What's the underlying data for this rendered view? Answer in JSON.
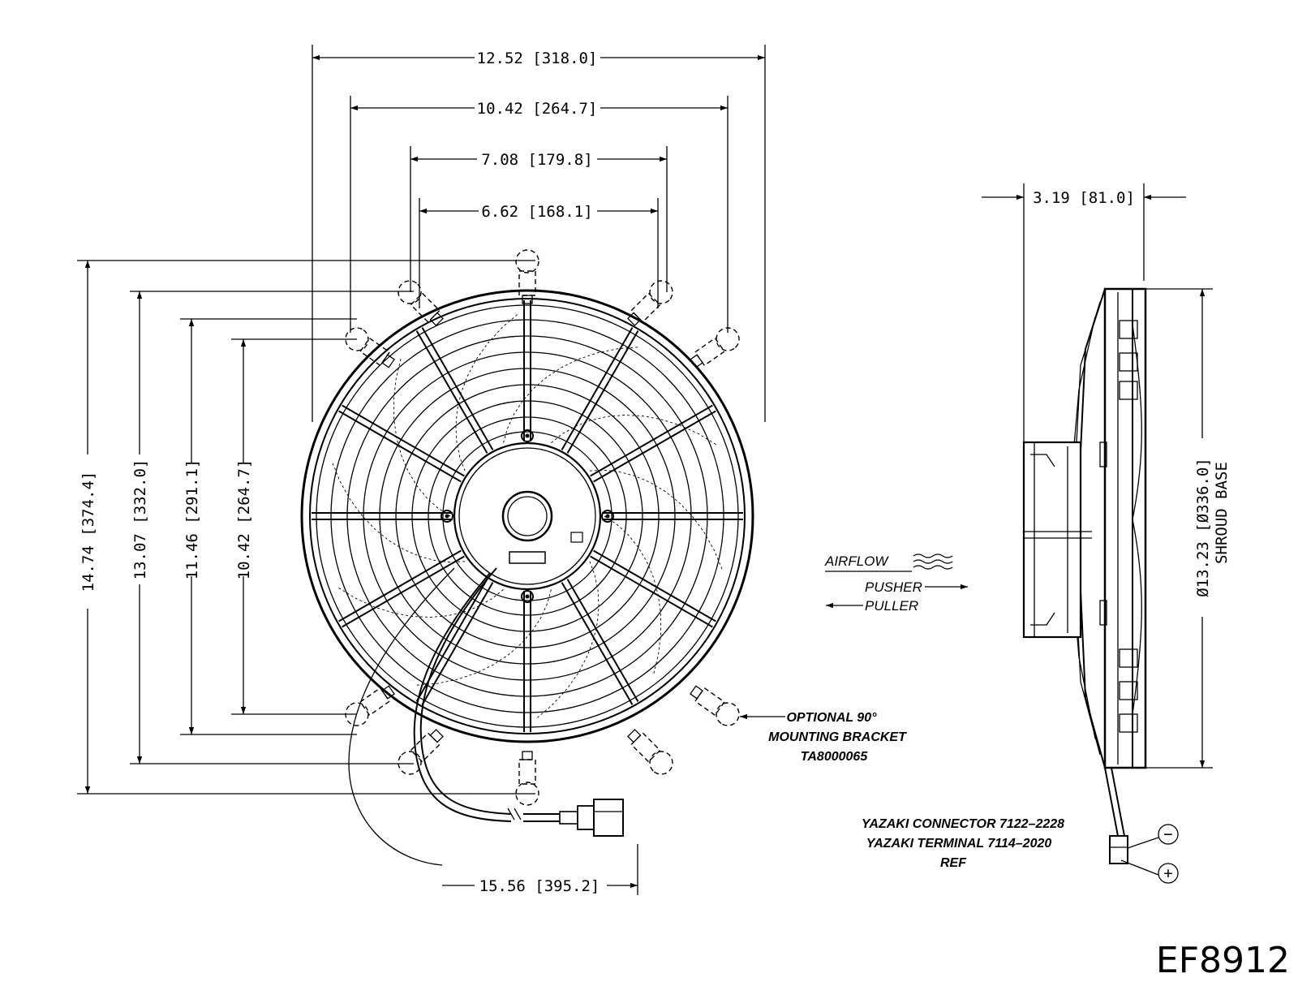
{
  "front_view": {
    "dim_overall_width": "12.52 [318.0]",
    "dim_bracket_width": "10.42 [264.7]",
    "dim_tab_outer": "7.08 [179.8]",
    "dim_tab_inner": "6.62 [168.1]",
    "dim_overall_height": "14.74 [374.4]",
    "dim_tab_height": "13.07 [332.0]",
    "dim_bracket_outer_height": "11.46 [291.1]",
    "dim_bracket_height": "10.42 [264.7]",
    "dim_lead_length": "15.56 [395.2]",
    "bracket_note": [
      "OPTIONAL 90°",
      "MOUNTING BRACKET",
      "TA8000065"
    ]
  },
  "airflow": {
    "label": "AIRFLOW",
    "pusher": "PUSHER",
    "puller": "PULLER"
  },
  "side_view": {
    "dim_depth": "3.19 [81.0]",
    "dim_shroud": "Ø13.23 [Ø336.0]",
    "dim_shroud_note": "SHROUD BASE",
    "connector_note": [
      "YAZAKI CONNECTOR 7122–2228",
      "YAZAKI TERMINAL 7114–2020",
      "REF"
    ],
    "terminal_minus": "−",
    "terminal_plus": "+"
  },
  "part_number": "EF8912"
}
